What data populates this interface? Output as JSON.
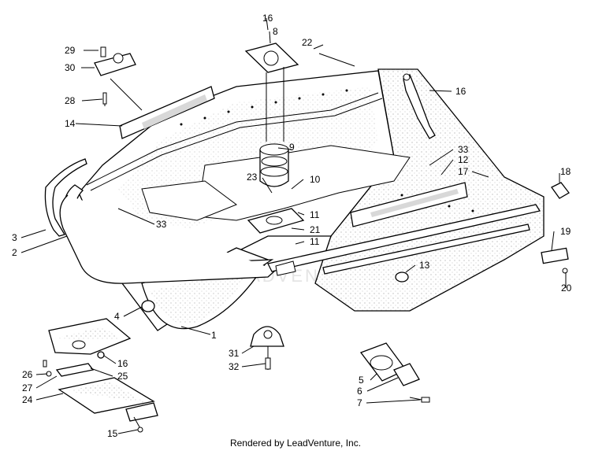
{
  "watermark": "LEADVENTURE",
  "footer": "Rendered by LeadVenture, Inc.",
  "callouts": [
    "1",
    "2",
    "3",
    "4",
    "5",
    "6",
    "7",
    "8",
    "9",
    "10",
    "11",
    "11",
    "11",
    "12",
    "13",
    "14",
    "15",
    "16",
    "16",
    "16",
    "17",
    "18",
    "19",
    "20",
    "21",
    "22",
    "23",
    "24",
    "25",
    "26",
    "27",
    "28",
    "29",
    "30",
    "31",
    "32",
    "33",
    "33"
  ]
}
